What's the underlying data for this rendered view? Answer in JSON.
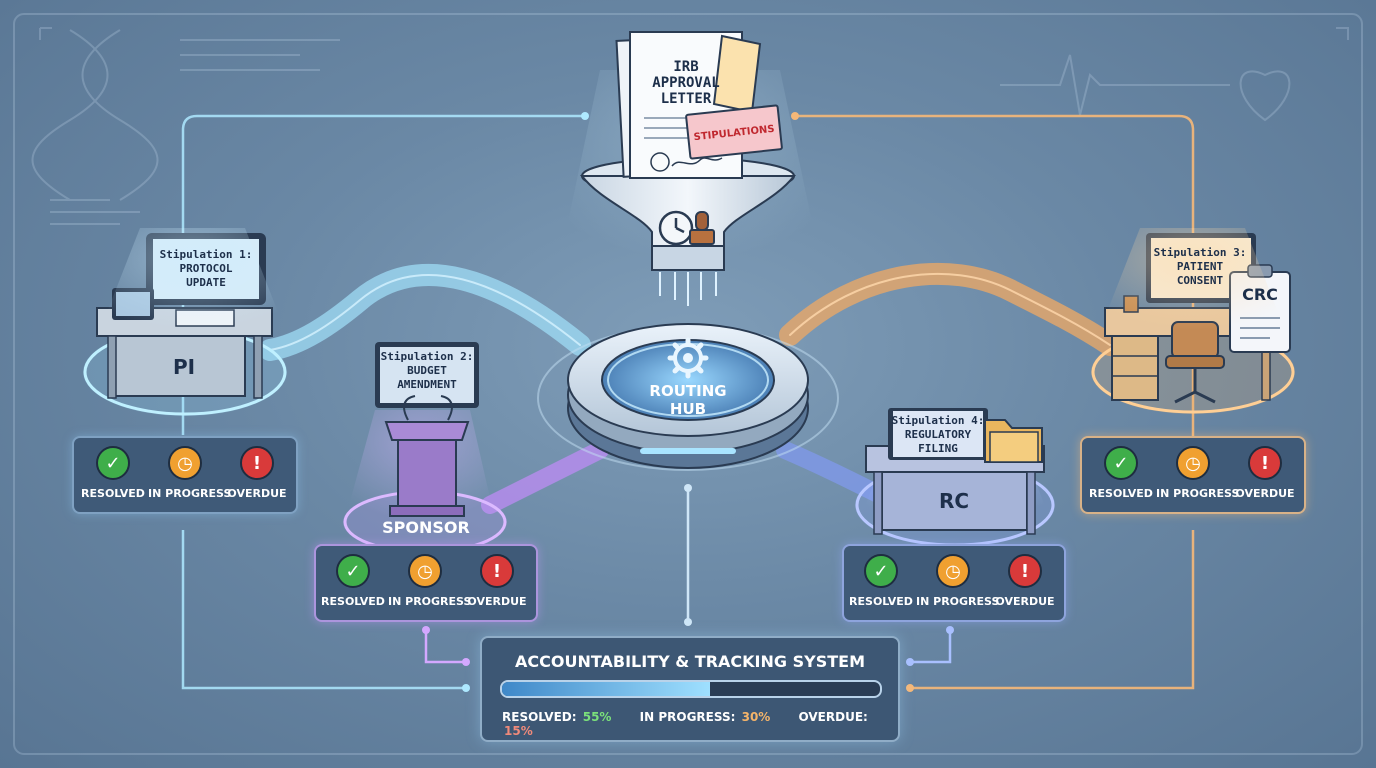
{
  "document": {
    "title": "IRB APPROVAL LETTER",
    "title_lines": [
      "IRB",
      "APPROVAL",
      "LETTER"
    ],
    "tag": "STIPULATIONS"
  },
  "hub": {
    "label_lines": [
      "ROUTING",
      "HUB"
    ]
  },
  "roles": [
    {
      "key": "pi",
      "name": "PI",
      "stipulation_lines": [
        "Stipulation 1:",
        "PROTOCOL",
        "UPDATE"
      ],
      "color": "#9fe6ff"
    },
    {
      "key": "sponsor",
      "name": "SPONSOR",
      "stipulation_lines": [
        "Stipulation 2:",
        "BUDGET",
        "AMENDMENT"
      ],
      "color": "#c79bff"
    },
    {
      "key": "crc",
      "name": "CRC",
      "stipulation_lines": [
        "Stipulation 3:",
        "PATIENT",
        "CONSENT"
      ],
      "color": "#f4b46a"
    },
    {
      "key": "rc",
      "name": "RC",
      "stipulation_lines": [
        "Stipulation 4:",
        "REGULATORY",
        "FILING"
      ],
      "color": "#8fa8ff"
    }
  ],
  "statuses": [
    {
      "label": "RESOLVED",
      "icon": "check-icon",
      "color": "#3fae4a"
    },
    {
      "label": "IN PROGRESS",
      "icon": "clock-icon",
      "color": "#f0a030"
    },
    {
      "label": "OVERDUE",
      "icon": "exclamation-icon",
      "color": "#d93a3a"
    }
  ],
  "tracking": {
    "title": "ACCOUNTABILITY & TRACKING SYSTEM",
    "progress_fraction": 0.55,
    "resolved_label": "RESOLVED:",
    "resolved_value": "55%",
    "in_progress_label": "IN PROGRESS:",
    "in_progress_value": "30%",
    "overdue_label": "OVERDUE:",
    "overdue_value": "15%",
    "resolved_color": "#7be07b",
    "in_progress_color": "#f4b46a",
    "overdue_color": "#f08a7a"
  }
}
